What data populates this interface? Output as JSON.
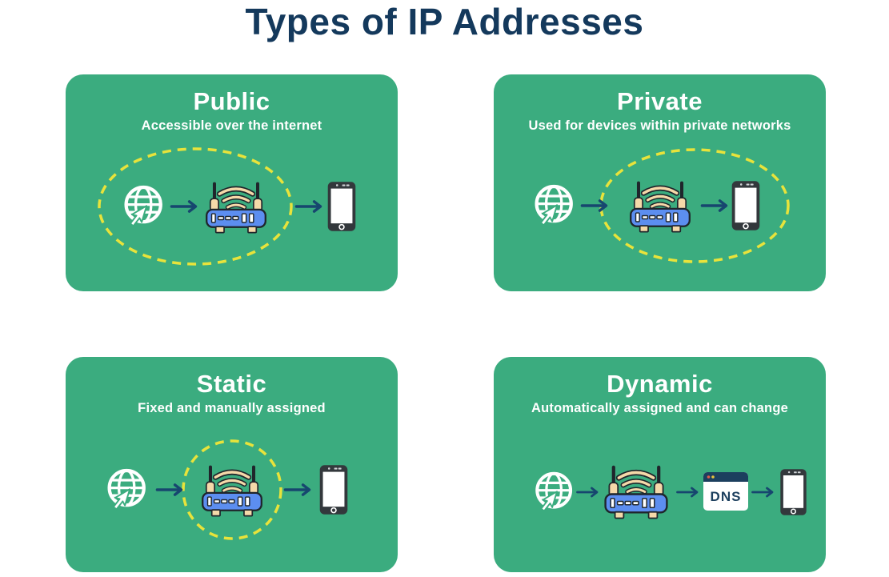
{
  "title": "Types of IP Addresses",
  "colors": {
    "background": "#FFFFFF",
    "card_green": "#3BAC7F",
    "title_navy": "#14395C",
    "arrow_navy": "#17466F",
    "highlight_dash_yellow": "#E8E33B",
    "router_blue": "#5C8EF0",
    "router_beige": "#F5D9A9",
    "phone_dark": "#33383C",
    "dns_navy": "#1C3F5E"
  },
  "icons": {
    "internet": "globe-with-cursor-icon",
    "router": "wifi-router-icon",
    "device": "smartphone-icon",
    "arrow": "right-arrow-icon",
    "dns": "dns-browser-window-icon"
  },
  "cards": [
    {
      "title": "Public",
      "subtitle": "Accessible over the internet",
      "flow": [
        "internet",
        "router",
        "device"
      ],
      "highlighted": "internet + router"
    },
    {
      "title": "Private",
      "subtitle": "Used for devices within private networks",
      "flow": [
        "internet",
        "router",
        "device"
      ],
      "highlighted": "router + device"
    },
    {
      "title": "Static",
      "subtitle": "Fixed and manually assigned",
      "flow": [
        "internet",
        "router",
        "device"
      ],
      "highlighted": "router"
    },
    {
      "title": "Dynamic",
      "subtitle": "Automatically assigned and can change",
      "flow": [
        "internet",
        "router",
        "dns",
        "device"
      ],
      "highlighted": "none",
      "dns_label": "DNS"
    }
  ]
}
